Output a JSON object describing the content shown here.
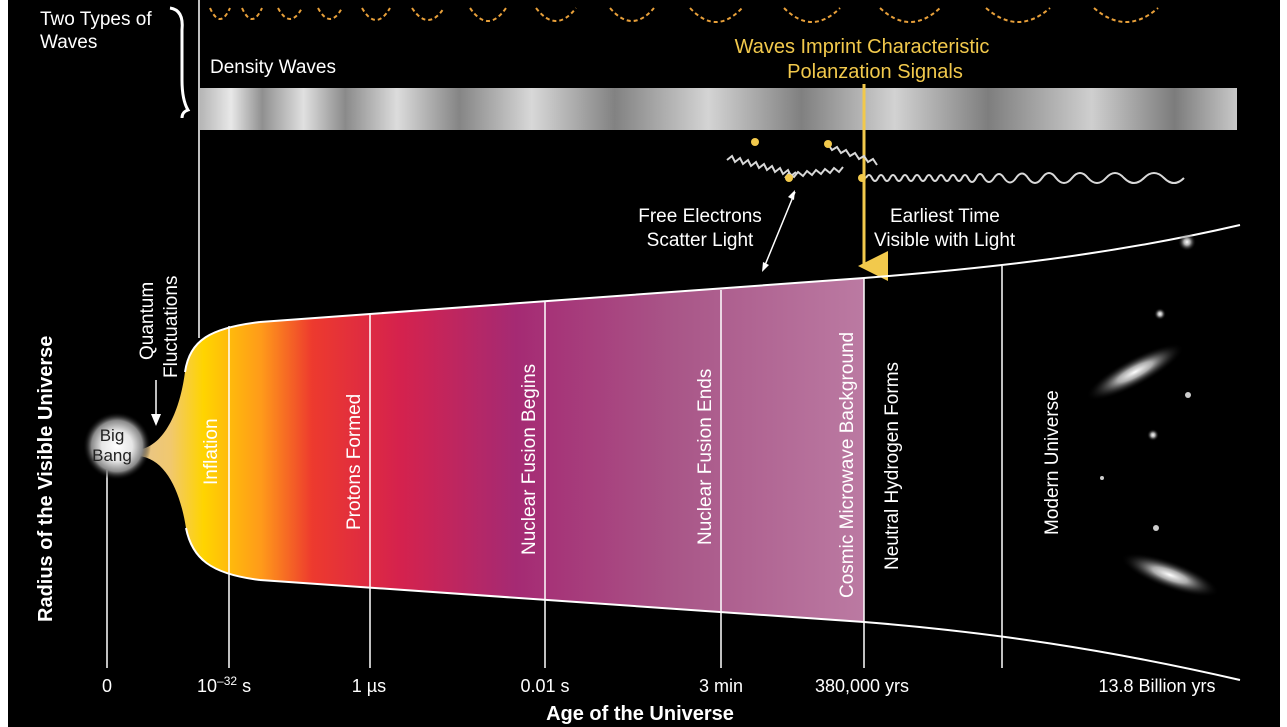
{
  "header": {
    "two_types_line1": "Two Types of",
    "two_types_line2": "Waves",
    "density_waves": "Density Waves",
    "polarization_line1": "Waves Imprint Characteristic",
    "polarization_line2": "Polanzation Signals"
  },
  "annotations": {
    "free_electrons_line1": "Free Electrons",
    "free_electrons_line2": "Scatter Light",
    "earliest_line1": "Earliest Time",
    "earliest_line2": "Visible with Light",
    "quantum_line1": "Quantum",
    "quantum_line2": "Fluctuations",
    "big_bang_line1": "Big",
    "big_bang_line2": "Bang"
  },
  "eras": [
    "Inflation",
    "Protons Formed",
    "Nuclear Fusion Begins",
    "Nuclear Fusion Ends",
    "Cosmic Microwave Background",
    "Neutral Hydrogen Forms",
    "Modern Universe"
  ],
  "axes": {
    "y_title": "Radius of the Visible Universe",
    "x_title": "Age of the Universe",
    "ticks": [
      "0",
      "1 µs",
      "0.01 s",
      "3 min",
      "380,000 yrs",
      "13.8 Billion yrs"
    ],
    "tick_inflation_base": "10",
    "tick_inflation_exp": "–32",
    "tick_inflation_unit": " s"
  },
  "colors": {
    "background": "#000000",
    "accent_gold": "#f2c94c",
    "fireball_yellow": "#ffd400",
    "fireball_red": "#e8213a",
    "fireball_purple": "#9c2a78",
    "cmb_pink": "#b8769e"
  }
}
